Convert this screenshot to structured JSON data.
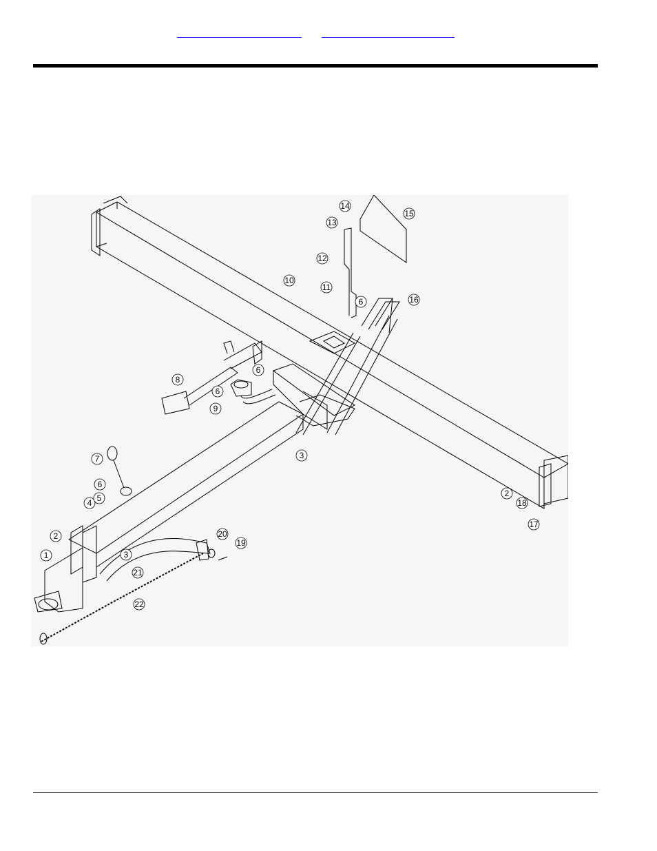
{
  "header": {
    "links": [
      "",
      ""
    ]
  },
  "diagram": {
    "callouts": [
      "1",
      "2",
      "2",
      "3",
      "3",
      "4",
      "5",
      "6",
      "6",
      "6",
      "6",
      "7",
      "8",
      "9",
      "10",
      "11",
      "12",
      "13",
      "14",
      "15",
      "16",
      "17",
      "18",
      "19",
      "20",
      "21",
      "22"
    ]
  },
  "colors": {
    "link": "#1a1aff",
    "rule": "#000000",
    "diagram_bg": "#f6f6f6"
  }
}
